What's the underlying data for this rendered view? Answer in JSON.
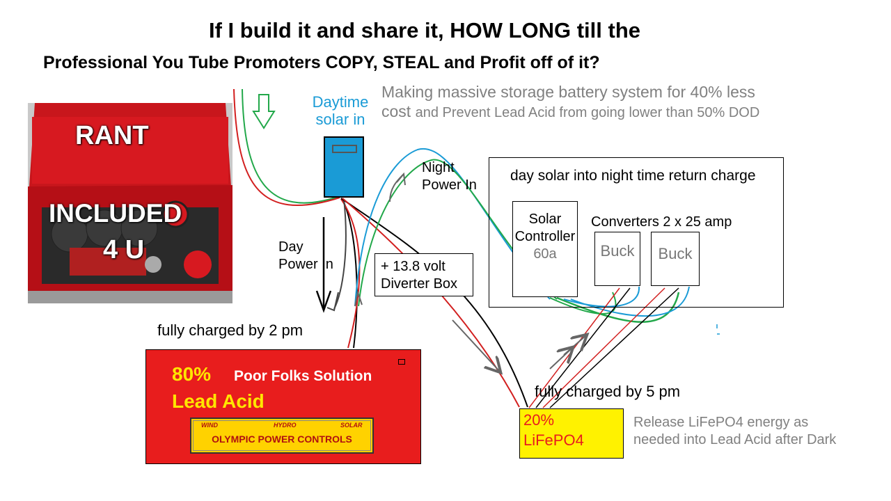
{
  "title_line1": "If I build it and share it, HOW LONG till the",
  "title_line2": "Professional You Tube Promoters COPY, STEAL and Profit off of it?",
  "subtitle": {
    "line1": "Making massive storage battery system for 40% less",
    "line2_a": "cost",
    "line2_b": "and Prevent Lead Acid from going lower than 50% DOD"
  },
  "photo": {
    "label_top": "RANT",
    "label_mid": "INCLUDED",
    "label_bot": "4 U"
  },
  "solar": {
    "label": "Daytime solar in"
  },
  "night_power": "Night Power In",
  "day_power": "Day Power In",
  "diverter": "+ 13.8 volt Diverter Box",
  "system_box": {
    "label": "day solar into night time return charge",
    "controller_name": "Solar Controller",
    "controller_amp": "60a",
    "converters_label": "Converters 2 x 25 amp",
    "buck1": "Buck",
    "buck2": "Buck"
  },
  "lead_acid": {
    "charged_note": "fully charged by 2 pm",
    "percent": "80%",
    "name": "Lead Acid",
    "tagline": "Poor Folks Solution",
    "logo": {
      "wind": "WIND",
      "hydro": "HYDRO",
      "solar": "SOLAR",
      "name": "OLYMPIC POWER CONTROLS"
    }
  },
  "lifepo4": {
    "charged_note": "fully charged by 5 pm",
    "percent": "20%",
    "name": "LiFePO4",
    "release_note": "Release LiFePO4 energy as needed into Lead Acid after Dark"
  },
  "colors": {
    "solar_blue": "#1a9bd6",
    "lead_red": "#e81d1d",
    "lead_text_yellow": "#ffe600",
    "lifepo4_yellow": "#fff200",
    "wire_green": "#22a84a",
    "wire_red": "#d21f1f",
    "note_gray": "#808080"
  }
}
